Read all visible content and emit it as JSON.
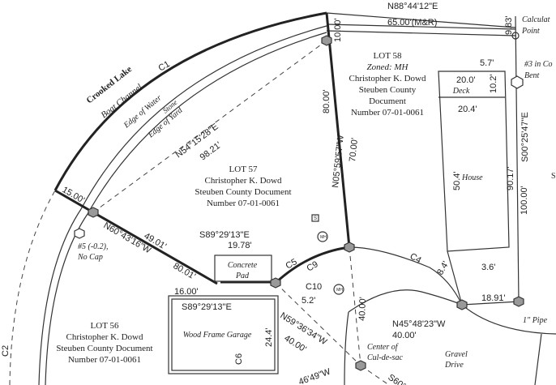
{
  "lots": {
    "lot58": {
      "title": "LOT 58",
      "zoned": "Zoned: MH",
      "owner": "Christopher K. Dowd",
      "county": "Steuben County",
      "doc": "Document",
      "number": "Number 07-01-0061"
    },
    "lot57": {
      "title": "LOT 57",
      "owner": "Christopher K. Dowd",
      "county": "Steuben County Document",
      "number": "Number 07-01-0061"
    },
    "lot56": {
      "title": "LOT 56",
      "owner": "Christopher K. Dowd",
      "county": "Steuben County Document",
      "number": "Number 07-01-0061"
    }
  },
  "features": {
    "lake": "Crooked Lake",
    "channel": "Boat Channel",
    "edge_water": "Edge of Water",
    "stone": "Stone",
    "edge_yard": "Edge of Yard",
    "deck": "Deck",
    "house": "House",
    "concrete1": "Concrete",
    "concrete2": "Pad",
    "garage": "Wood Frame Garage",
    "calc1": "Calculat",
    "calc2": "Point",
    "pin1": "#3 in Co",
    "pin2": "Bent",
    "pin5a": "#5 (-0.2),",
    "pin5b": "No Cap",
    "pipe": "1\" Pipe",
    "center1": "Center of",
    "center2": "Cul-de-sac",
    "gravel1": "Gravel",
    "gravel2": "Drive",
    "s_edge": "S",
    "mh": "MH",
    "s_box": "S"
  },
  "bearings": {
    "north_bearing": "N88°44'12\"E",
    "north_dist": "65.00'(M&R)",
    "d983": "9.83'",
    "d1000": "10.00'",
    "d8000": "80.00'",
    "n05": "N05°59'57\"W",
    "d7000": "70.00'",
    "n54": "N54°15'28\"E",
    "d9821": "98.21'",
    "d1500": "15.00'",
    "n60": "N60°43'16\"W",
    "d4901": "49.01'",
    "d8001": "80.01'",
    "s89a": "S89°29'13\"E",
    "d1978": "19.78'",
    "d1600": "16.00'",
    "s89b": "S89°29'13\"E",
    "d244": "24.4'",
    "n59": "N59°36'34\"W",
    "d4000a": "40.00'",
    "d52": "5.2'",
    "d4000b": "40.00'",
    "n45": "N45°48'23\"W",
    "d4000c": "40.00'",
    "d57": "5.7'",
    "d200": "20.0'",
    "d102": "10.2'",
    "d204": "20.4'",
    "d504": "50.4'",
    "d9017": "90.17'",
    "d10000": "100.00'",
    "s00": "S00°25'47\"E",
    "d36": "3.6'",
    "d84": "8.4'",
    "d1891": "18.91'",
    "s49": "46'49\"W",
    "s60": "S60°"
  },
  "curves": {
    "c1": "C1",
    "c2": "C2",
    "c4": "C4",
    "c5": "C5",
    "c6": "C6",
    "c9": "C9",
    "c10": "C10"
  }
}
